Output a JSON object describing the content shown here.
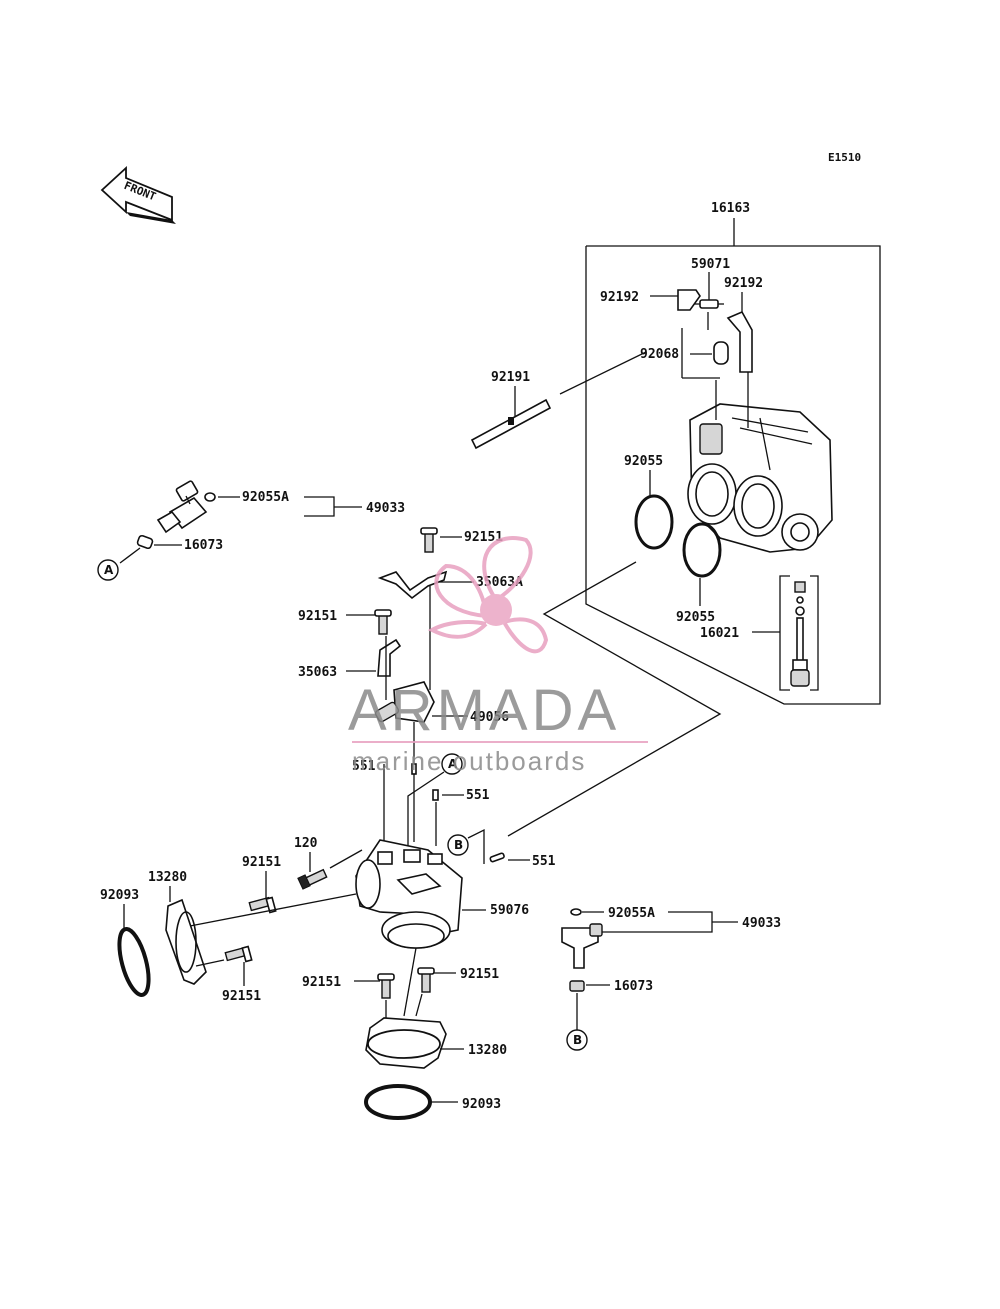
{
  "diagram_code": "E1510",
  "front_label": "FRONT",
  "watermark": {
    "brand": "ARMADA",
    "tagline": "marine outboards",
    "brand_color": "#8a8a8a",
    "accent_color": "#e8a0c0"
  },
  "part_labels": {
    "p16163": "16163",
    "p59071": "59071",
    "p92192_left": "92192",
    "p92192_right": "92192",
    "p92068": "92068",
    "p92191": "92191",
    "p92055_top": "92055",
    "p92055_bottom": "92055",
    "p16021": "16021",
    "p92055A_top": "92055A",
    "p49033_top": "49033",
    "p16073_top": "16073",
    "p92151_a": "92151",
    "p35063A": "35063A",
    "p92151_b": "92151",
    "p35063": "35063",
    "p49056": "49056",
    "p551_a": "551",
    "p551_b": "551",
    "p551_c": "551",
    "p120": "120",
    "p92151_c": "92151",
    "p13280_left": "13280",
    "p92093_left": "92093",
    "p59076": "59076",
    "p92151_d": "92151",
    "p92151_e": "92151",
    "p92151_f": "92151",
    "p13280_bottom": "13280",
    "p92093_bottom": "92093",
    "p92055A_bottom": "92055A",
    "p49033_bottom": "49033",
    "p16073_bottom": "16073"
  },
  "ref_markers": {
    "a_left": "A",
    "a_center": "A",
    "b_center": "B",
    "b_bottom": "B"
  }
}
